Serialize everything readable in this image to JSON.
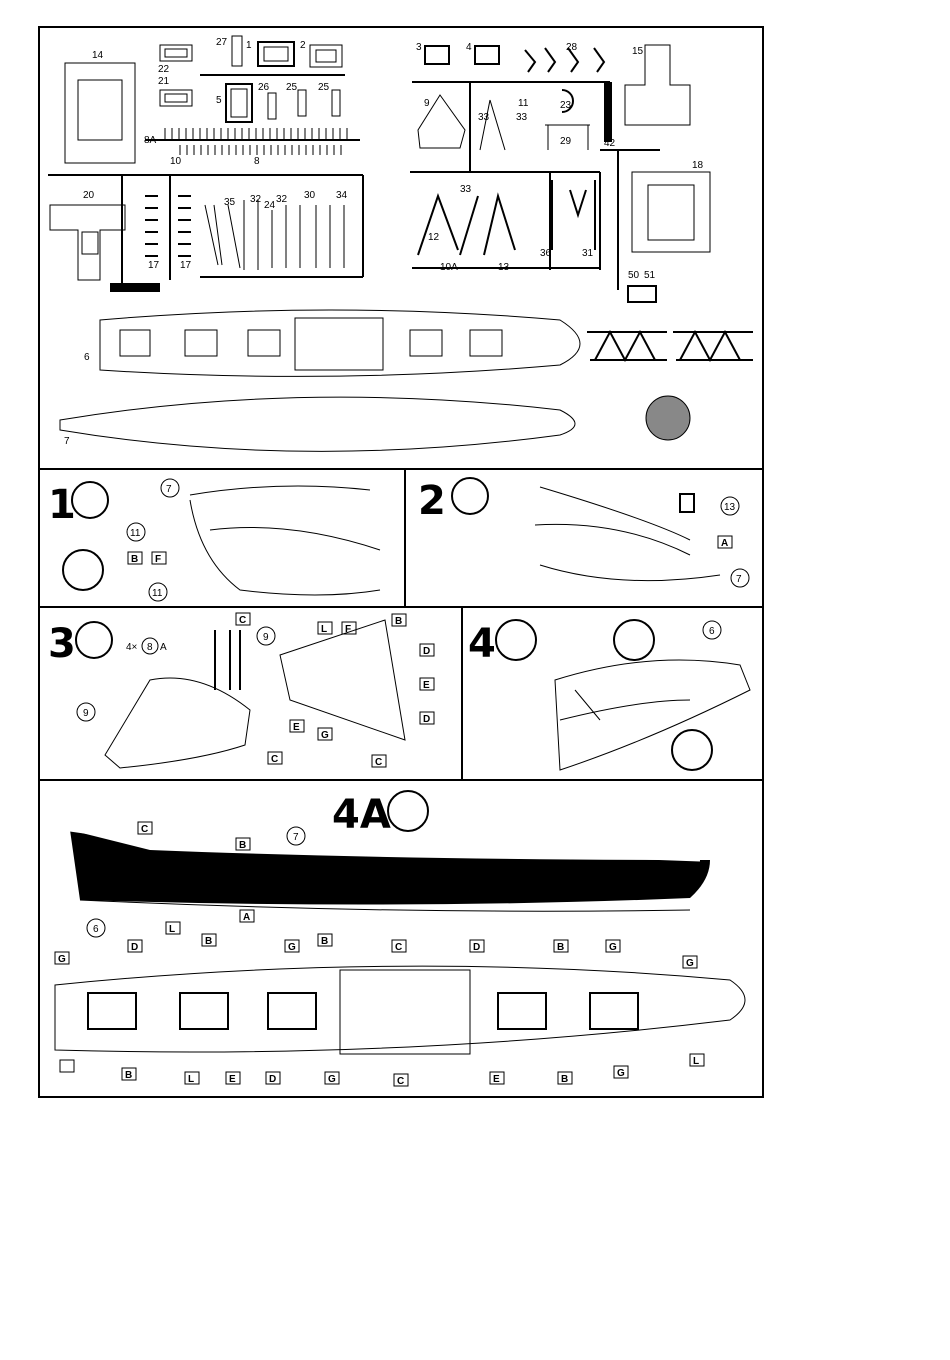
{
  "sprue_labels": {
    "p14": "14",
    "p27": "27",
    "p1": "1",
    "p2": "2",
    "p22": "22",
    "p21": "21",
    "p5": "5",
    "p26": "26",
    "p25a": "25",
    "p25b": "25",
    "p8A": "8A",
    "p10": "10",
    "p8": "8",
    "p20": "20",
    "p17a": "17",
    "p17b": "17",
    "p35": "35",
    "p32a": "32",
    "p24": "24",
    "p32b": "32",
    "p30": "30",
    "p34": "34",
    "p3": "3",
    "p4": "4",
    "p28": "28",
    "p15": "15",
    "p9": "9",
    "p11": "11",
    "p23": "23",
    "p33a": "33",
    "p33b": "33",
    "p29": "29",
    "p42": "42",
    "p33c": "33",
    "p18": "18",
    "p12": "12",
    "p10A": "10A",
    "p13": "13",
    "p36": "36",
    "p31": "31",
    "p50": "50",
    "p51": "51",
    "p6": "6",
    "p7": "7"
  },
  "steps": {
    "s1": {
      "number": "1",
      "callouts": [
        "7",
        "11",
        "11"
      ],
      "codes": [
        "B",
        "F"
      ]
    },
    "s2": {
      "number": "2",
      "callouts": [
        "13",
        "7"
      ],
      "codes": [
        "A"
      ]
    },
    "s3": {
      "number": "3",
      "qty": "4×",
      "qty_part": "8",
      "qty_suffix": "A",
      "callouts": [
        "9",
        "9"
      ],
      "codes": [
        "C",
        "C",
        "L",
        "F",
        "B",
        "D",
        "E",
        "D",
        "E",
        "G",
        "C"
      ]
    },
    "s4": {
      "number": "4",
      "callouts": [
        "6"
      ]
    },
    "s4a": {
      "number": "4A",
      "callouts": [
        "7",
        "6"
      ],
      "hull_codes": [
        "C",
        "B",
        "A"
      ],
      "deck_codes": [
        "D",
        "L",
        "B",
        "G",
        "B",
        "C",
        "D",
        "B",
        "G",
        "G",
        "G",
        "B",
        "L",
        "E",
        "D",
        "G",
        "C",
        "E",
        "B",
        "G",
        "L"
      ]
    }
  },
  "colors": {
    "ink": "#000000",
    "paper": "#ffffff"
  }
}
